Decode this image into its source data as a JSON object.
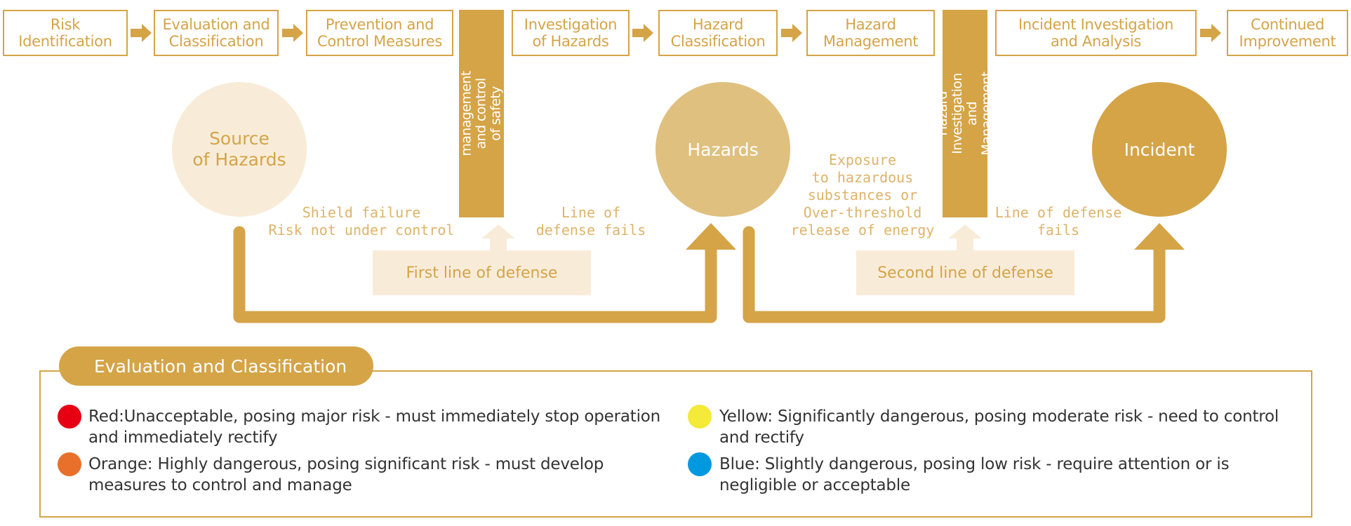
{
  "steps": [
    "Risk\nIdentification",
    "Evaluation and\nClassification",
    "Prevention and\nControl Measures",
    "Investigation\nof Hazards",
    "Hazard\nClassification",
    "Hazard\nManagement",
    "Incident Investigation\nand Analysis",
    "Continued\nImprovement"
  ],
  "vertical_bars": {
    "first": "Classification, management\nand control of safety risks",
    "second": "Hazard Investigation and\nManagement"
  },
  "circles": {
    "source": "Source\nof Hazards",
    "hazards": "Hazards",
    "incident": "Incident"
  },
  "annotations": {
    "shield_failure": "Shield failure\nRisk not under control",
    "line_fails_1": "Line of\ndefense fails",
    "exposure": "Exposure\nto hazardous\nsubstances or\nOver-threshold\nrelease of energy",
    "line_fails_2": "Line of defense\nfails"
  },
  "defense_lines": {
    "first": "First line of defense",
    "second": "Second line of defense"
  },
  "legend": {
    "title": "Evaluation and Classification",
    "items": [
      {
        "color": "#e60012",
        "text": "Red:Unacceptable, posing major risk - must immediately stop operation and immediately rectify"
      },
      {
        "color": "#f5e93a",
        "text": "Yellow: Significantly dangerous, posing moderate risk - need to control and rectify"
      },
      {
        "color": "#e8702a",
        "text": "Orange: Highly dangerous, posing significant risk - must develop measures to control and manage"
      },
      {
        "color": "#0099e0",
        "text": "Blue: Slightly dangerous, posing low risk - require attention or is negligible or acceptable"
      }
    ]
  },
  "colors": {
    "gold": "#d4a447",
    "light_cream": "#f8ecd9",
    "medium_gold": "#e0c07f"
  }
}
